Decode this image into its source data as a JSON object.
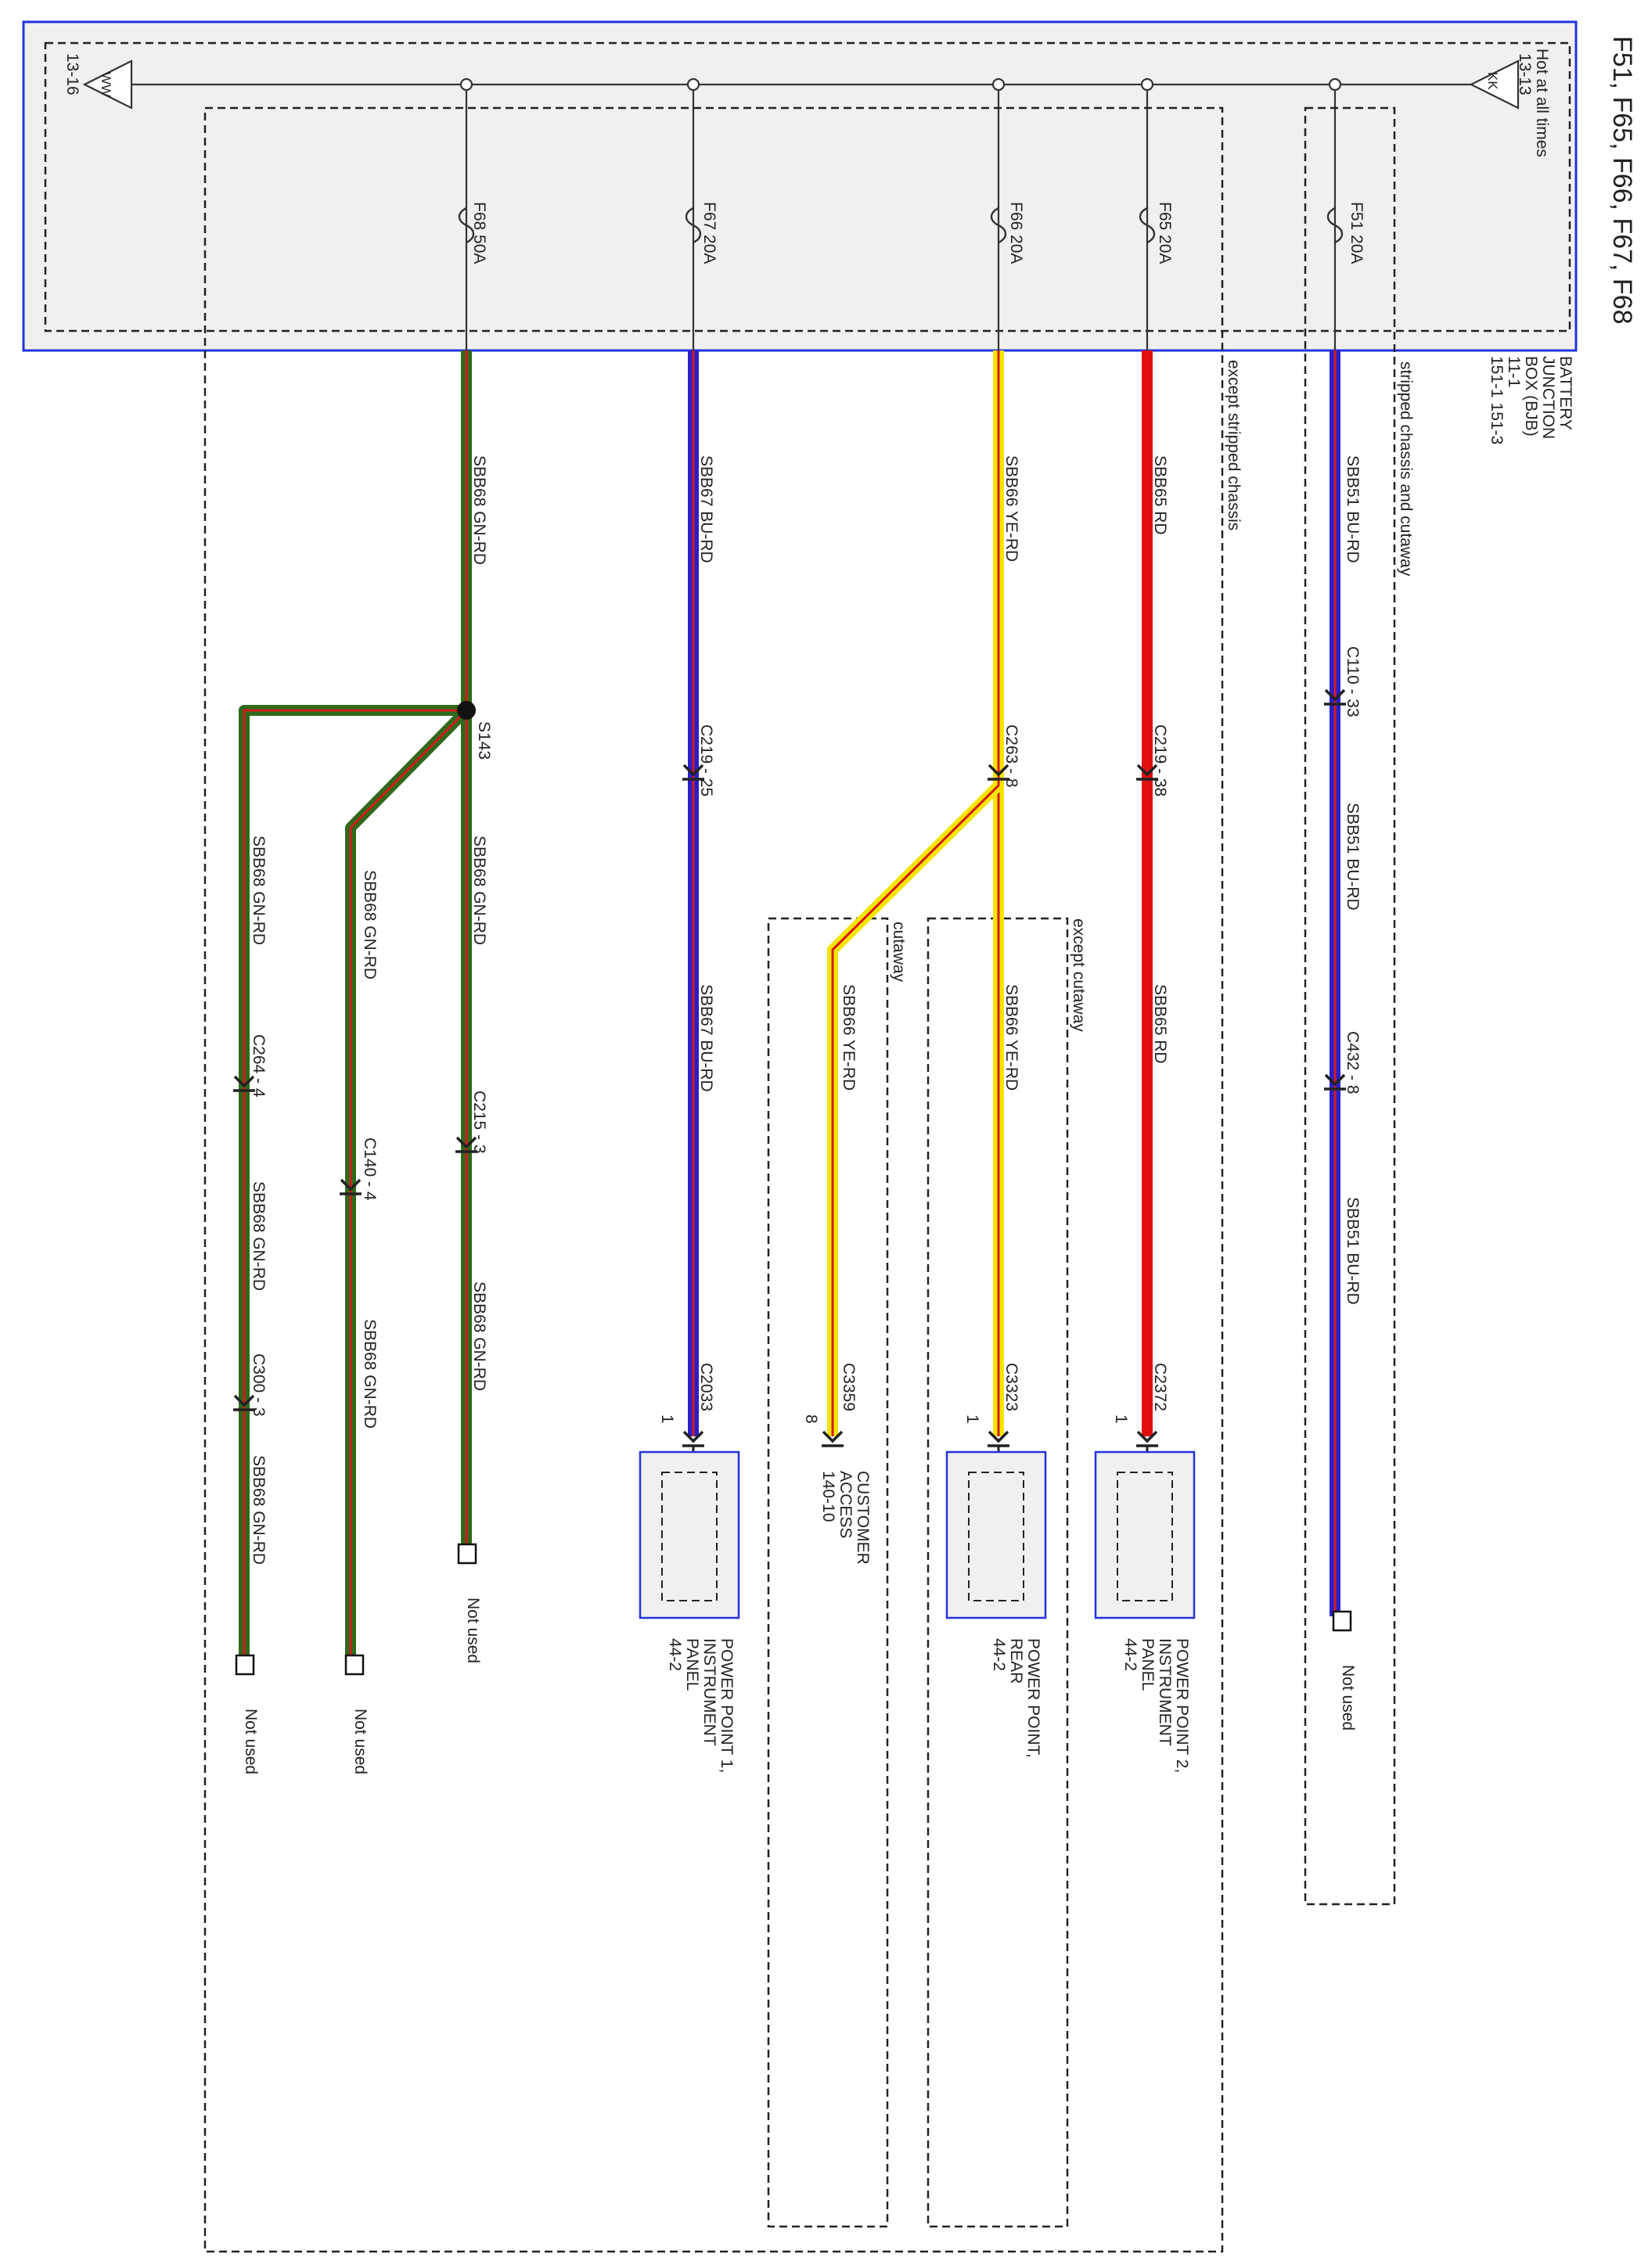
{
  "title": "F51, F65, F66, F67, F68",
  "bjb": {
    "lines": [
      "BATTERY",
      "JUNCTION",
      "BOX (BJB)",
      "11-1",
      "151-1  151-3"
    ],
    "hot_label": "Hot at all times",
    "ref_kk": "13-13",
    "ref_ww": "13-16",
    "symbol_kk": "KK",
    "symbol_ww": "WW"
  },
  "fuses": {
    "f68": "F68  50A",
    "f67": "F67  20A",
    "f66": "F66  20A",
    "f65": "F65  20A",
    "f51": "F51  20A"
  },
  "regions": {
    "stripped": "stripped chassis and cutaway",
    "except_stripped": "except stripped chassis",
    "except_cutaway": "except cutaway",
    "cutaway": "cutaway"
  },
  "wires": {
    "sbb51": "SBB51  BU-RD",
    "sbb65": "SBB65  RD",
    "sbb66": "SBB66  YE-RD",
    "sbb67": "SBB67  BU-RD",
    "sbb68": "SBB68  GN-RD"
  },
  "connectors": {
    "c110": "C110 - 33",
    "c432": "C432 - 8",
    "c219_38": "C219 - 38",
    "c263": "C263 - 8",
    "c219_25": "C219 - 25",
    "c215": "C215 - 3",
    "c140": "C140 - 4",
    "c264": "C264 - 4",
    "c300": "C300 - 3",
    "c2372": "C2372",
    "c3323": "C3323",
    "c3359": "C3359",
    "c2033": "C2033"
  },
  "pins": {
    "p1": "1",
    "p8": "8"
  },
  "splice": "S143",
  "components": {
    "pp2": [
      "POWER POINT 2,",
      "INSTRUMENT",
      "PANEL",
      "44-2"
    ],
    "ppr": [
      "POWER POINT,",
      "REAR",
      "44-2"
    ],
    "cust": [
      "CUSTOMER",
      "ACCESS",
      "140-10"
    ],
    "pp1": [
      "POWER POINT 1,",
      "INSTRUMENT",
      "PANEL",
      "44-2"
    ]
  },
  "not_used": "Not used",
  "colors": {
    "bjb_border": "#2233dd",
    "bjb_fill": "#f0f0f0",
    "blue_wire": "#2a1fc9",
    "red_wire": "#e01010",
    "yellow_wire": "#f4e500",
    "green_wire": "#2f6a1c",
    "stripe_red": "#d41a1a"
  }
}
